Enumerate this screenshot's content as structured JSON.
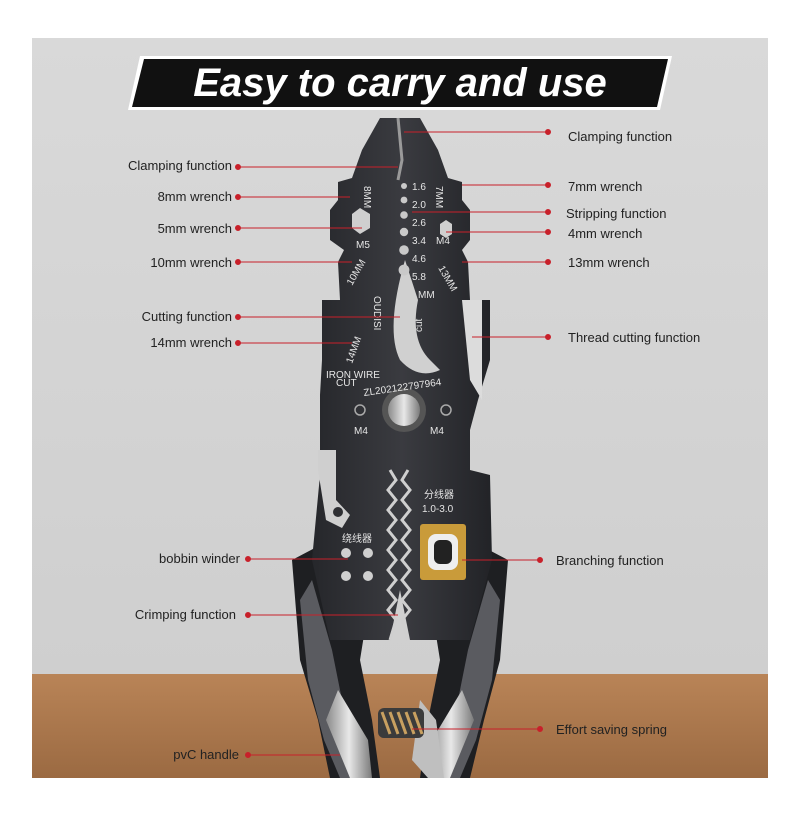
{
  "title": "Easy to carry and use",
  "colors": {
    "accent": "#c8202a",
    "tool": "#2e2f33",
    "banner": "#111111"
  },
  "labels": {
    "clamping_top": "Clamping function",
    "clamping_left": "Clamping function",
    "w8": "8mm wrench",
    "w7": "7mm wrench",
    "stripping": "Stripping function",
    "w5": "5mm wrench",
    "w4": "4mm wrench",
    "w10": "10mm wrench",
    "w13": "13mm wrench",
    "cutting": "Cutting function",
    "thread": "Thread cutting function",
    "w14": "14mm wrench",
    "bobbin": "bobbin winder",
    "branching": "Branching function",
    "crimping": "Crimping function",
    "spring": "Effort saving spring",
    "handle": "pvC handle"
  },
  "engravings": {
    "brand": "OUDISI",
    "cut": "cut",
    "strip_sizes": [
      "1.6",
      "2.0",
      "2.6",
      "3.4",
      "4.6",
      "5.8"
    ],
    "mm": "MM",
    "e8mm": "8MM",
    "e7mm": "7MM",
    "m5": "M5",
    "m4_top": "M4",
    "e10mm": "10MM",
    "e13mm": "13MM",
    "e14mm": "14MM",
    "iron_wire_1": "IRON WIRE",
    "iron_wire_2": "CUT",
    "serial": "ZL202122797964",
    "m4_left": "M4",
    "m4_right": "M4",
    "splitter": "分线器",
    "splitter_range": "1.0-3.0",
    "winder": "绕线器"
  }
}
